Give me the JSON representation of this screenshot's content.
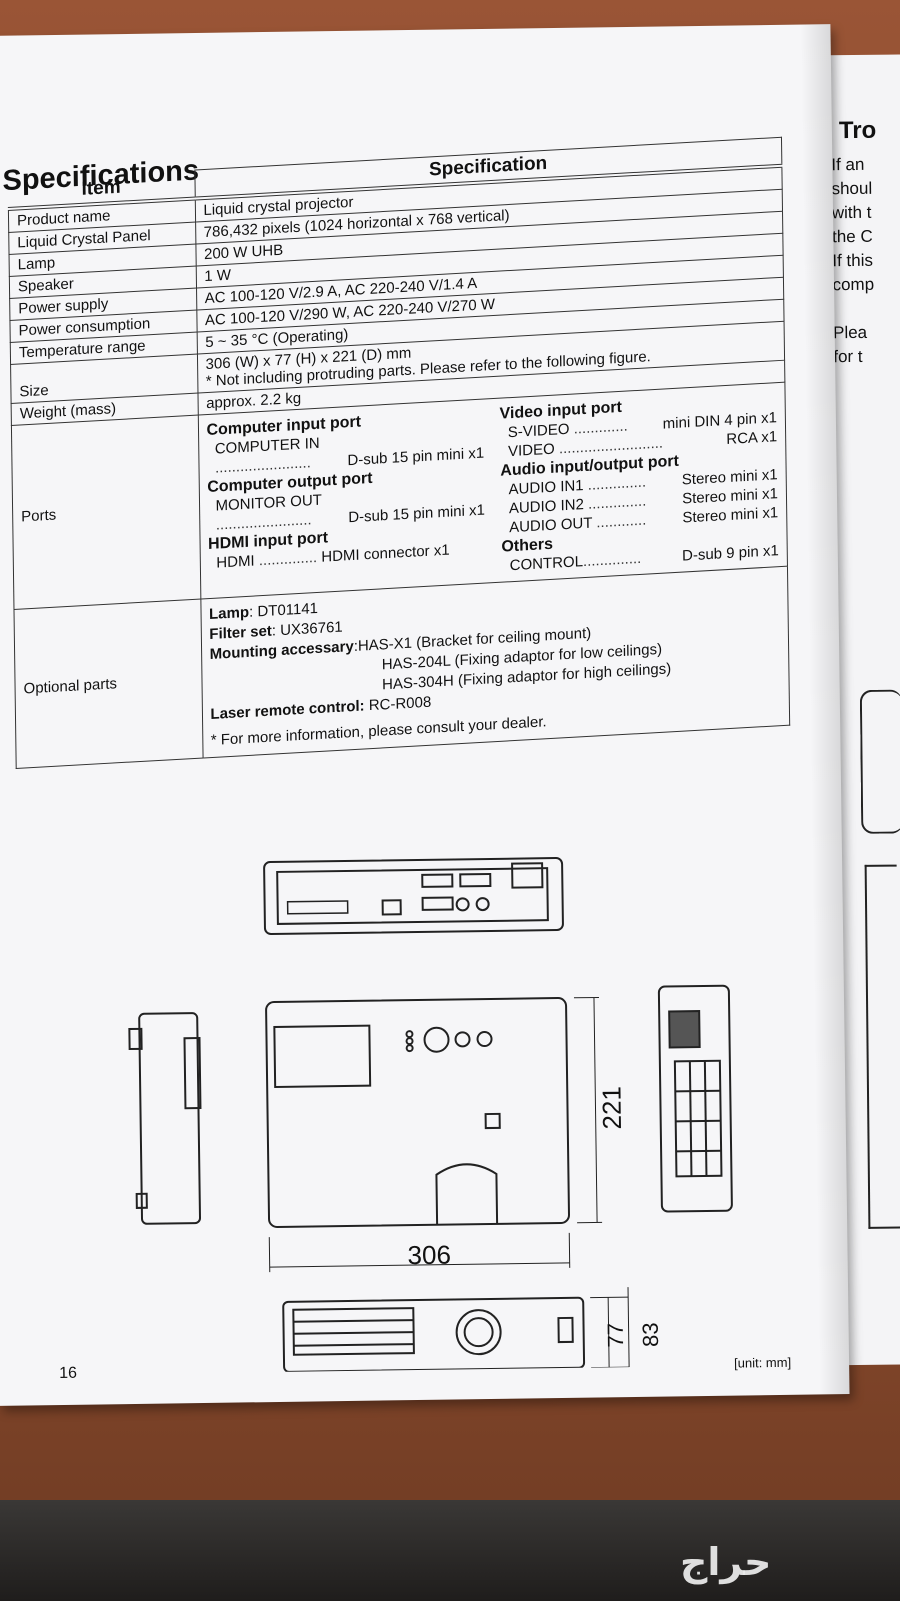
{
  "right_page": {
    "title": "Tro",
    "lines": [
      "If an",
      "shoul",
      "with t",
      "the C",
      "If this",
      "comp",
      "Plea",
      "for t"
    ]
  },
  "left_page": {
    "title": "Specifications",
    "page_number": "16",
    "unit_label": "[unit: mm]",
    "table": {
      "header_item": "Item",
      "header_spec": "Specification",
      "rows": [
        {
          "item": "Product name",
          "spec": "Liquid crystal projector"
        },
        {
          "item": "Liquid Crystal Panel",
          "spec": "786,432 pixels (1024 horizontal x 768 vertical)"
        },
        {
          "item": "Lamp",
          "spec": "200 W UHB"
        },
        {
          "item": "Speaker",
          "spec": "1 W"
        },
        {
          "item": "Power supply",
          "spec": "AC 100-120 V/2.9 A, AC 220-240 V/1.4 A"
        },
        {
          "item": "Power consumption",
          "spec": "AC 100-120 V/290 W, AC 220-240 V/270 W"
        },
        {
          "item": "Temperature range",
          "spec": "5 ~ 35 °C (Operating)"
        },
        {
          "item": "Size",
          "spec": "306 (W) x 77 (H) x 221 (D) mm",
          "spec2": "* Not including protruding parts. Please refer to the following figure."
        },
        {
          "item": "Weight (mass)",
          "spec": "approx. 2.2 kg"
        }
      ],
      "ports": {
        "item": "Ports",
        "computer_input_heading": "Computer input port",
        "computer_in": "COMPUTER IN",
        "computer_in_value": "D-sub 15 pin mini x1",
        "computer_output_heading": "Computer output port",
        "monitor_out": "MONITOR OUT",
        "monitor_out_value": "D-sub 15 pin mini x1",
        "hdmi_heading": "HDMI input port",
        "hdmi": "HDMI",
        "hdmi_value": "HDMI connector x1",
        "video_heading": "Video input port",
        "svideo": "S-VIDEO",
        "svideo_value": "mini DIN 4 pin x1",
        "video": "VIDEO",
        "video_value": "RCA x1",
        "audio_heading": "Audio input/output port",
        "audio_in1": "AUDIO IN1",
        "audio_in1_value": "Stereo mini x1",
        "audio_in2": "AUDIO IN2",
        "audio_in2_value": "Stereo mini x1",
        "audio_out": "AUDIO OUT",
        "audio_out_value": "Stereo mini x1",
        "others_heading": "Others",
        "control": "CONTROL",
        "control_value": "D-sub 9 pin x1"
      },
      "optional": {
        "item": "Optional parts",
        "lamp_label": "Lamp",
        "lamp_value": ": DT01141",
        "filter_label": "Filter set",
        "filter_value": ": UX36761",
        "mount_label": "Mounting accessary",
        "mount_1": ":HAS-X1 (Bracket for ceiling mount)",
        "mount_2": "HAS-204L (Fixing adaptor for low ceilings)",
        "mount_3": "HAS-304H (Fixing adaptor for high ceilings)",
        "remote_label": "Laser remote control:",
        "remote_value": " RC-R008",
        "note": "* For more information, please consult your dealer."
      }
    },
    "dimensions": {
      "width": "306",
      "depth": "221",
      "height": "77",
      "height_total": "83"
    }
  },
  "watermark": "حراج"
}
